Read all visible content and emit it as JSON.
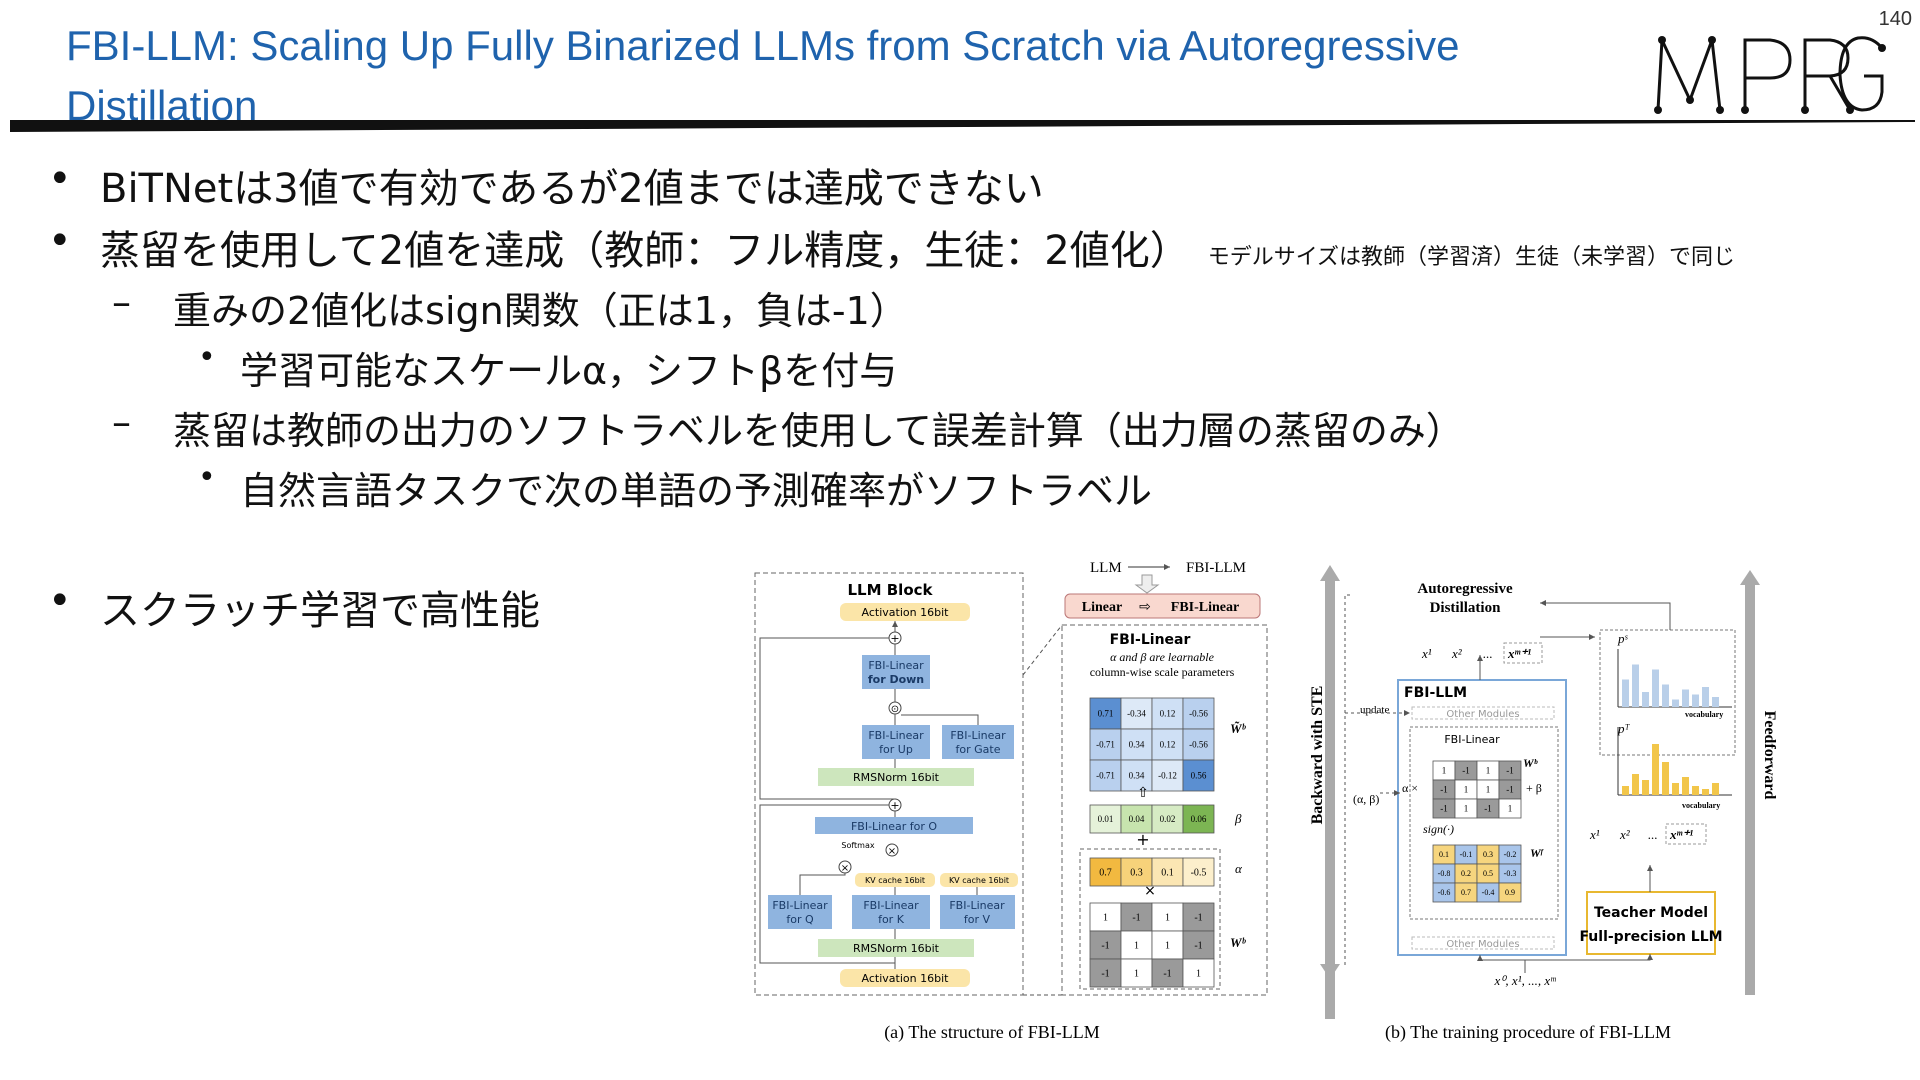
{
  "header": {
    "title": "FBI-LLM: Scaling Up Fully Binarized LLMs from Scratch via Autoregressive Distillation",
    "page_number": "140",
    "logo_text": "MPRG"
  },
  "bullets": {
    "b1": "BiTNetは3値で有効であるが2値までは達成できない",
    "b2": "蒸留を使用して2値を達成（教師：フル精度，生徒：2値化）",
    "b2_note": "モデルサイズは教師（学習済）生徒（未学習）で同じ",
    "b2_1": "重みの2値化はsign関数（正は1，負は-1）",
    "b2_1_1": "学習可能なスケールα，シフトβを付与",
    "b2_2": "蒸留は教師の出力のソフトラベルを使用して誤差計算（出力層の蒸留のみ）",
    "b2_2_1": "自然言語タスクで次の単語の予測確率がソフトラベル",
    "b3": "スクラッチ学習で高性能"
  },
  "figure_a": {
    "caption": "(a) The structure of FBI-LLM",
    "block_title": "LLM Block",
    "activation_top": "Activation 16bit",
    "activation_bottom": "Activation 16bit",
    "down": [
      "FBI-Linear",
      "for Down"
    ],
    "up": [
      "FBI-Linear",
      "for Up"
    ],
    "gate": [
      "FBI-Linear",
      "for Gate"
    ],
    "rmsnorm": "RMSNorm 16bit",
    "o_proj": "FBI-Linear for O",
    "softmax": "Softmax",
    "kv1": "KV cache 16bit",
    "kv2": "KV cache 16bit",
    "q": [
      "FBI-Linear",
      "for Q"
    ],
    "k": [
      "FBI-Linear",
      "for K"
    ],
    "v": [
      "FBI-Linear",
      "for V"
    ],
    "map_from": "LLM",
    "map_to": "FBI-LLM",
    "linear_from": "Linear",
    "linear_to": "FBI-Linear",
    "fbi_title": "FBI-Linear",
    "fbi_desc1": "α and β are learnable",
    "fbi_desc2": "column-wise scale parameters",
    "wb_tilde_label": "W̃ᵇ",
    "beta_label": "β",
    "alpha_label": "α",
    "wb_label": "Wᵇ",
    "wb_tilde": [
      [
        "0.71",
        "-0.34",
        "0.12",
        "-0.56"
      ],
      [
        "-0.71",
        "0.34",
        "0.12",
        "-0.56"
      ],
      [
        "-0.71",
        "0.34",
        "-0.12",
        "0.56"
      ]
    ],
    "beta": [
      "0.01",
      "0.04",
      "0.02",
      "0.06"
    ],
    "alpha": [
      "0.7",
      "0.3",
      "0.1",
      "-0.5"
    ],
    "wb": [
      [
        "1",
        "-1",
        "1",
        "-1"
      ],
      [
        "-1",
        "1",
        "1",
        "-1"
      ],
      [
        "-1",
        "1",
        "-1",
        "1"
      ]
    ]
  },
  "figure_b": {
    "caption": "(b) The training procedure of FBI-LLM",
    "title1": "Autoregressive",
    "title2": "Distillation",
    "backward": "Backward with STE",
    "feedforward": "Feedforward",
    "fbi_llm": "FBI-LLM",
    "update": "update",
    "other_modules": "Other Modules",
    "fbi_linear": "FBI-Linear",
    "alpha_beta": "(α, β)",
    "alpha_x": "α ×",
    "plus_beta": "+ β",
    "sign": "sign(·)",
    "wb_label": "Wᵇ",
    "wf_label": "Wᶠ",
    "wb": [
      [
        "1",
        "-1",
        "1",
        "-1"
      ],
      [
        "-1",
        "1",
        "1",
        "-1"
      ],
      [
        "-1",
        "1",
        "-1",
        "1"
      ]
    ],
    "wf": [
      [
        "0.1",
        "-0.1",
        "0.3",
        "-0.2"
      ],
      [
        "-0.8",
        "0.2",
        "0.5",
        "-0.3"
      ],
      [
        "-0.6",
        "0.7",
        "-0.4",
        "0.9"
      ]
    ],
    "x_top": [
      "x¹",
      "x²",
      "...",
      "xᵐ⁺¹"
    ],
    "x_mid": [
      "x¹",
      "x²",
      "...",
      "xᵐ⁺¹"
    ],
    "x_in": "x⁰, x¹, ..., xᵐ",
    "ps": "pˢ",
    "pt": "pᵀ",
    "vocab": "vocabulary",
    "teacher1": "Teacher Model",
    "teacher2": "Full-precision LLM",
    "ps_values": [
      0.55,
      0.85,
      0.3,
      0.75,
      0.45,
      0.15,
      0.35,
      0.25,
      0.4,
      0.2
    ],
    "pt_values": [
      0.15,
      0.35,
      0.25,
      0.85,
      0.55,
      0.2,
      0.3,
      0.15,
      0.1,
      0.2
    ]
  }
}
